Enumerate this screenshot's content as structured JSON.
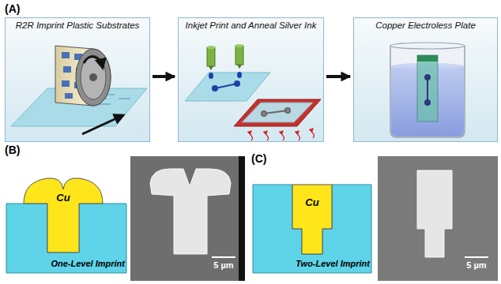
{
  "diagram": {
    "nodes": [
      {
        "text": [
          "R2R Imprint Plastic Substrates"
        ]
      },
      {
        "text": [
          "Inkjet Print and Anneal Silver Ink"
        ]
      },
      {
        "text": [
          "Copper Electroless Plate"
        ]
      }
    ],
    "edges": [
      {
        "from": 0,
        "to": 1,
        "arrow": "to"
      },
      {
        "from": 1,
        "to": 2,
        "arrow": "to"
      }
    ],
    "labels": [
      "(A)",
      "(B)",
      "(C)",
      "Cu",
      "One-Level Imprint",
      "5 µm",
      "Cu",
      "Two-Level Imprint",
      "5 µm"
    ]
  }
}
